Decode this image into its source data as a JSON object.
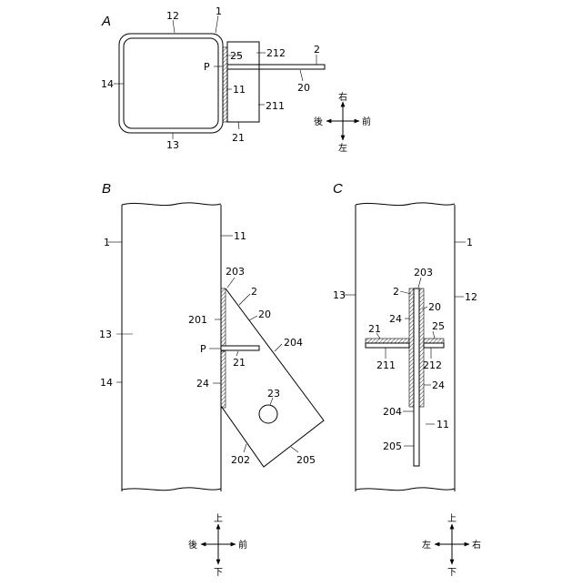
{
  "panels": {
    "A": {
      "label": "A",
      "refs": {
        "r1": "1",
        "r12": "12",
        "r14": "14",
        "r13": "13",
        "r25": "25",
        "r212": "212",
        "r2": "2",
        "rP": "P",
        "r20": "20",
        "r11": "11",
        "r211": "211",
        "r21": "21"
      },
      "compass": {
        "up": "右",
        "down": "左",
        "left": "後",
        "right": "前"
      }
    },
    "B": {
      "label": "B",
      "refs": {
        "r1": "1",
        "r11": "11",
        "r13": "13",
        "r14": "14",
        "r203": "203",
        "r2": "2",
        "r201": "201",
        "r20": "20",
        "r204": "204",
        "rP": "P",
        "r21": "21",
        "r24": "24",
        "r23": "23",
        "r202": "202",
        "r205": "205"
      },
      "compass": {
        "up": "上",
        "down": "下",
        "left": "後",
        "right": "前"
      }
    },
    "C": {
      "label": "C",
      "refs": {
        "r1": "1",
        "r13": "13",
        "r12": "12",
        "r203": "203",
        "r2": "2",
        "r20": "20",
        "r24a": "24",
        "r21": "21",
        "r25": "25",
        "r211": "211",
        "r212": "212",
        "r24b": "24",
        "r204": "204",
        "r11": "11",
        "r205": "205"
      },
      "compass": {
        "up": "上",
        "down": "下",
        "left": "左",
        "right": "右"
      }
    }
  }
}
